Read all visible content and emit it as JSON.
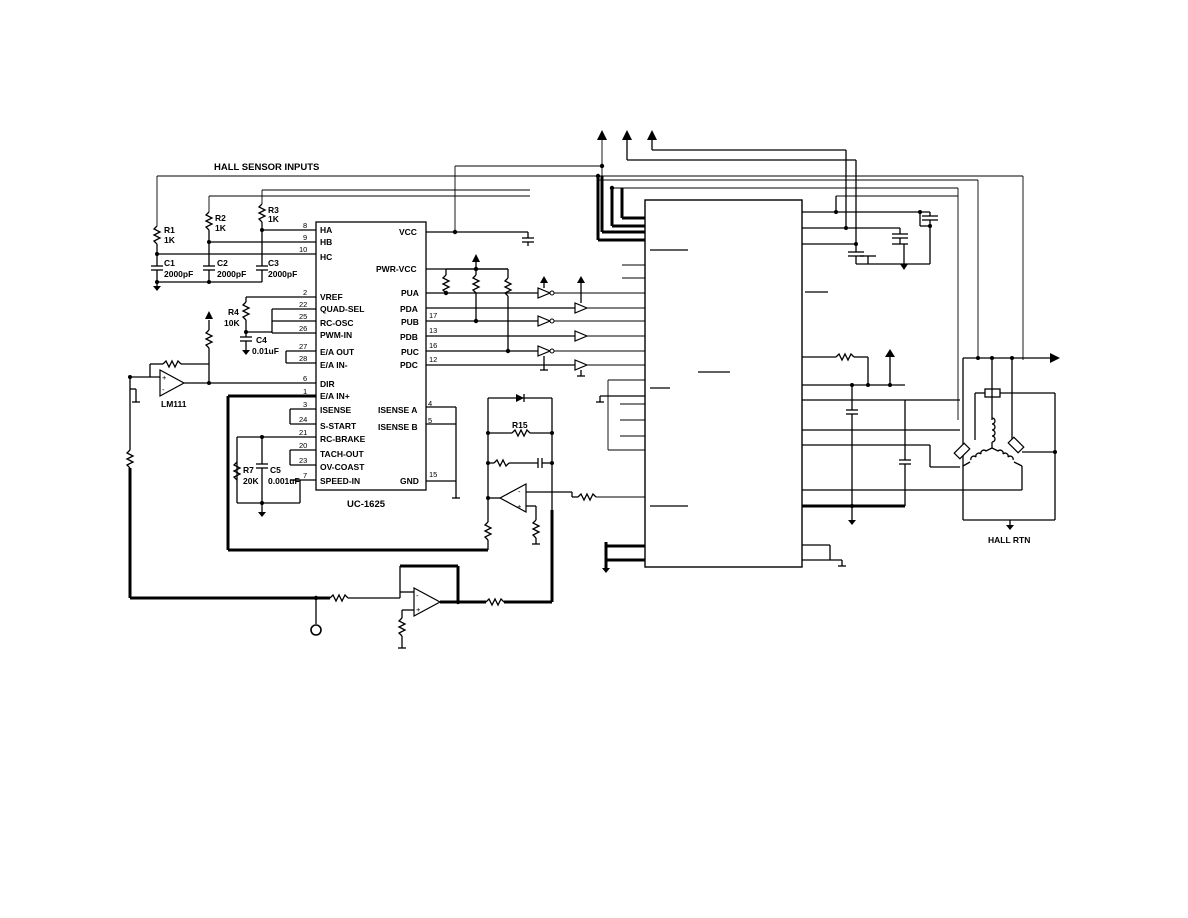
{
  "title": "HALL SENSOR INPUTS",
  "ic": {
    "name": "UC-1625",
    "left_pins": [
      {
        "num": "8",
        "name": "HA"
      },
      {
        "num": "9",
        "name": "HB"
      },
      {
        "num": "10",
        "name": "HC"
      },
      {
        "num": "2",
        "name": "VREF"
      },
      {
        "num": "22",
        "name": "QUAD-SEL"
      },
      {
        "num": "25",
        "name": "RC-OSC"
      },
      {
        "num": "26",
        "name": "PWM-IN"
      },
      {
        "num": "27",
        "name": "E/A OUT"
      },
      {
        "num": "28",
        "name": "E/A IN-"
      },
      {
        "num": "6",
        "name": "DIR"
      },
      {
        "num": "1",
        "name": "E/A IN+"
      },
      {
        "num": "3",
        "name": "ISENSE"
      },
      {
        "num": "24",
        "name": "S-START"
      },
      {
        "num": "21",
        "name": "RC-BRAKE"
      },
      {
        "num": "20",
        "name": "TACH-OUT"
      },
      {
        "num": "23",
        "name": "OV-COAST"
      },
      {
        "num": "7",
        "name": "SPEED-IN"
      }
    ],
    "right_pins": [
      {
        "num": "",
        "name": "VCC"
      },
      {
        "num": "",
        "name": "PWR-VCC"
      },
      {
        "num": "",
        "name": "PUA"
      },
      {
        "num": "17",
        "name": "PDA"
      },
      {
        "num": "",
        "name": "PUB"
      },
      {
        "num": "13",
        "name": "PDB"
      },
      {
        "num": "16",
        "name": "PUC"
      },
      {
        "num": "12",
        "name": "PDC"
      },
      {
        "num": "4",
        "name": "ISENSE A"
      },
      {
        "num": "5",
        "name": "ISENSE B"
      },
      {
        "num": "15",
        "name": "GND"
      }
    ]
  },
  "components": {
    "r1": "R1",
    "r1v": "1K",
    "r2": "R2",
    "r2v": "1K",
    "r3": "R3",
    "r3v": "1K",
    "c1": "C1",
    "c1v": "2000pF",
    "c2": "C2",
    "c2v": "2000pF",
    "c3": "C3",
    "c3v": "2000pF",
    "r4": "R4",
    "r4v": "10K",
    "c4": "C4",
    "c4v": "0.01uF",
    "r7": "R7",
    "r7v": "20K",
    "c5": "C5",
    "c5v": "0.001uF",
    "r15": "R15",
    "comparator": "LM111",
    "hall_rtn": "HALL RTN"
  }
}
